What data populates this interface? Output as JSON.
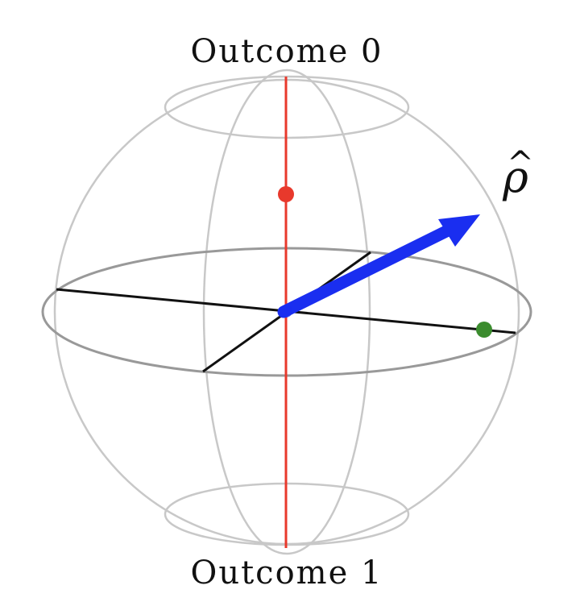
{
  "labels": {
    "top": "Outcome 0",
    "bottom": "Outcome 1",
    "state": "ρ",
    "state_accent": "^"
  },
  "colors": {
    "sphere_wire": "#c8c8c8",
    "equator": "#999999",
    "axes": "#111111",
    "measurement_axis": "#e8392c",
    "state_vector": "#1a2ef0",
    "red_point": "#e8392c",
    "green_point": "#3b8c2e"
  }
}
